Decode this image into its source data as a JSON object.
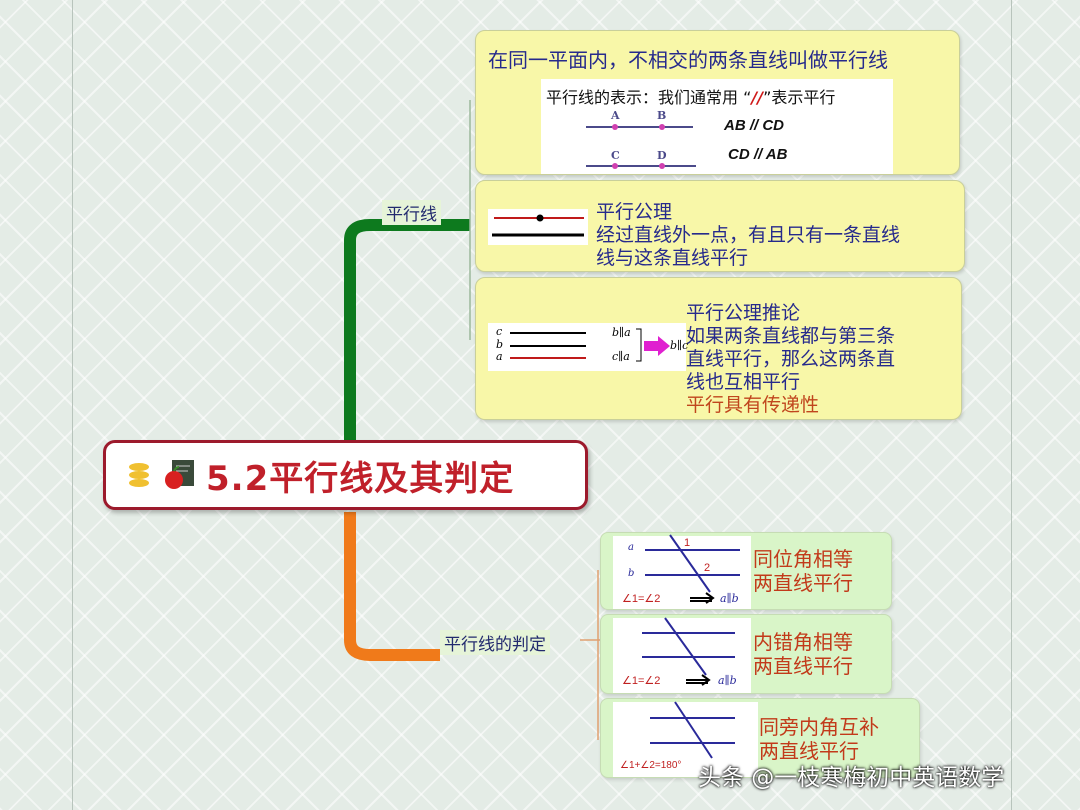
{
  "central": {
    "title": "5.2平行线及其判定",
    "icons": [
      "stack-icon",
      "apple-blackboard-icon"
    ]
  },
  "branch1": {
    "label": "平行线",
    "definition": {
      "title": "在同一平面内，不相交的两条直线叫做平行线",
      "notation_prefix": "平行线的表示：我们通常用 “",
      "notation_symbol": "//",
      "notation_suffix": "”表示平行",
      "points_top": [
        "A",
        "B"
      ],
      "points_bottom": [
        "C",
        "D"
      ],
      "eq1": "AB // CD",
      "eq2": "CD // AB"
    },
    "axiom": {
      "title": "平行公理",
      "lines": [
        "经过直线外一点，有且只有一条直线",
        "线与这条直线平行"
      ]
    },
    "corollary": {
      "title": "平行公理推论",
      "lines": [
        "如果两条直线都与第三条",
        "直线平行，那么这两条直",
        "线也互相平行"
      ],
      "highlight": "平行具有传递性",
      "line_labels": [
        "c",
        "b",
        "a"
      ],
      "premises": [
        "b∥a",
        "c∥a"
      ],
      "conclusion": "b∥c"
    }
  },
  "branch2": {
    "label": "平行线的判定",
    "items": [
      {
        "line1": "同位角相等",
        "line2": "两直线平行",
        "formula": "∠1=∠2",
        "result": "a∥b"
      },
      {
        "line1": "内错角相等",
        "line2": "两直线平行",
        "formula": "∠1=∠2",
        "result": "a∥b"
      },
      {
        "line1": "同旁内角互补",
        "line2": "两直线平行",
        "formula": "∠1+∠2=180°",
        "result": ""
      }
    ],
    "diagram_labels": {
      "a": "a",
      "b": "b",
      "angle1": "1",
      "angle2": "2"
    }
  },
  "watermark": "头条 @一枝寒梅初中英语数学",
  "colors": {
    "branch_top": "#0d7a1e",
    "branch_bottom": "#f07a1a",
    "central_border": "#9c1a2c"
  }
}
